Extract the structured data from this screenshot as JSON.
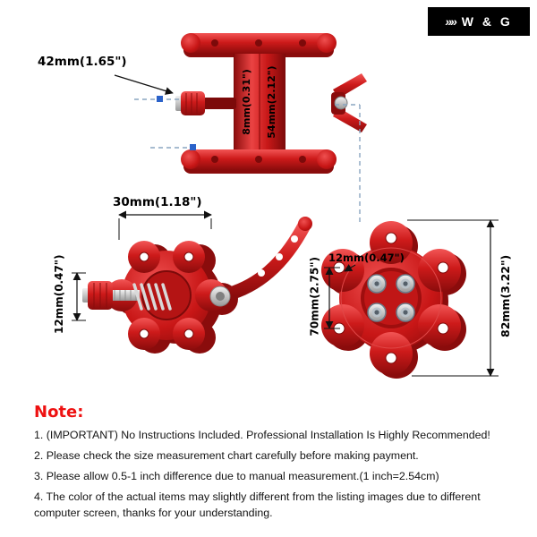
{
  "logo": {
    "marks": "»»",
    "text": "W & G"
  },
  "diagram": {
    "top_view": {
      "width_label": "42mm(1.65\")",
      "inner_width_label": "8mm(0.31\")",
      "height_label": "54mm(2.12\")"
    },
    "side_view": {
      "width_label": "30mm(1.18\")",
      "nut_label": "12mm(0.47\")"
    },
    "front_view": {
      "hole_label": "12mm(0.47\")",
      "bolt_spacing_label": "70mm(2.75\")",
      "plate_label": "82mm(3.22\")"
    }
  },
  "notes": {
    "title": "Note:",
    "items": [
      "1. (IMPORTANT) No Instructions Included. Professional Installation Is Highly Recommended!",
      "2. Please check the size measurement chart carefully before making payment.",
      "3. Please allow 0.5-1 inch difference due to manual measurement.(1 inch=2.54cm)",
      "4. The color of the actual items may slightly different from the listing images due to different computer screen, thanks for your understanding."
    ]
  },
  "colors": {
    "accent_red": "#c81616",
    "note_red": "#ee1111",
    "marker_blue": "#2b62c9"
  }
}
